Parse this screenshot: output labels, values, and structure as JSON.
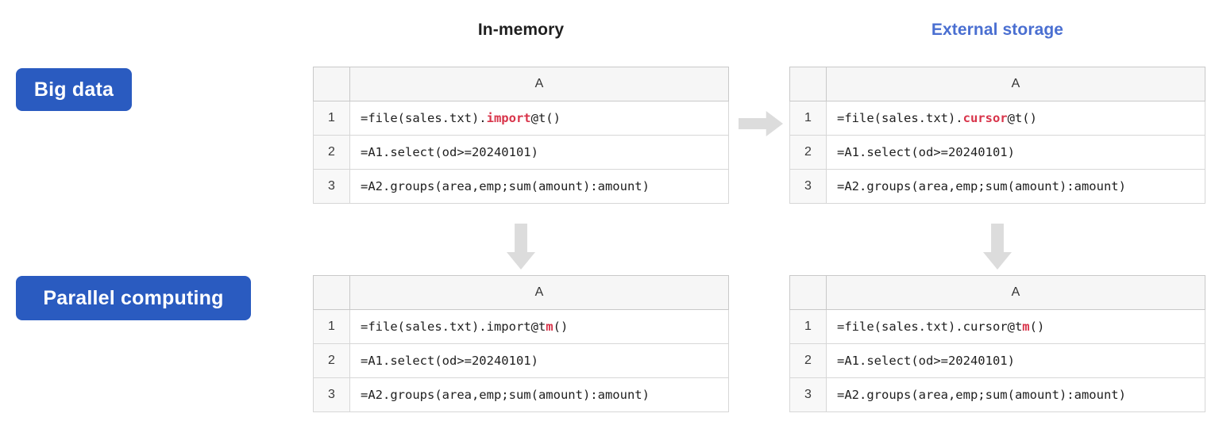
{
  "headings": {
    "in_memory": "In-memory",
    "external_storage": "External storage",
    "external_storage_color": "#4a6fd1"
  },
  "badges": {
    "big_data": "Big data",
    "parallel_computing": "Parallel computing",
    "color": "#2a5bc0"
  },
  "column_header": "A",
  "row_numbers": [
    "1",
    "2",
    "3"
  ],
  "keyword_color": "#d8344a",
  "arrows": {
    "right_arrow": "arrow-right-icon",
    "down_arrow_left": "arrow-down-icon",
    "down_arrow_right": "arrow-down-icon",
    "color": "#dcdcdc"
  },
  "tables": {
    "top_left": {
      "name": "big-data-in-memory",
      "header": "A",
      "rows": [
        {
          "num": "1",
          "pre": "=file(sales.txt).",
          "kw": "import",
          "post": "@t()"
        },
        {
          "num": "2",
          "pre": "=A1.select(od>=20240101)",
          "kw": "",
          "post": ""
        },
        {
          "num": "3",
          "pre": "=A2.groups(area,emp;sum(amount):amount)",
          "kw": "",
          "post": ""
        }
      ]
    },
    "top_right": {
      "name": "big-data-external-storage",
      "header": "A",
      "rows": [
        {
          "num": "1",
          "pre": "=file(sales.txt).",
          "kw": "cursor",
          "post": "@t()"
        },
        {
          "num": "2",
          "pre": "=A1.select(od>=20240101)",
          "kw": "",
          "post": ""
        },
        {
          "num": "3",
          "pre": "=A2.groups(area,emp;sum(amount):amount)",
          "kw": "",
          "post": ""
        }
      ]
    },
    "bottom_left": {
      "name": "parallel-computing-in-memory",
      "header": "A",
      "rows": [
        {
          "num": "1",
          "pre": "=file(sales.txt).import@t",
          "kw": "m",
          "post": "()"
        },
        {
          "num": "2",
          "pre": "=A1.select(od>=20240101)",
          "kw": "",
          "post": ""
        },
        {
          "num": "3",
          "pre": "=A2.groups(area,emp;sum(amount):amount)",
          "kw": "",
          "post": ""
        }
      ]
    },
    "bottom_right": {
      "name": "parallel-computing-external-storage",
      "header": "A",
      "rows": [
        {
          "num": "1",
          "pre": "=file(sales.txt).cursor@t",
          "kw": "m",
          "post": "()"
        },
        {
          "num": "2",
          "pre": "=A1.select(od>=20240101)",
          "kw": "",
          "post": ""
        },
        {
          "num": "3",
          "pre": "=A2.groups(area,emp;sum(amount):amount)",
          "kw": "",
          "post": ""
        }
      ]
    }
  }
}
